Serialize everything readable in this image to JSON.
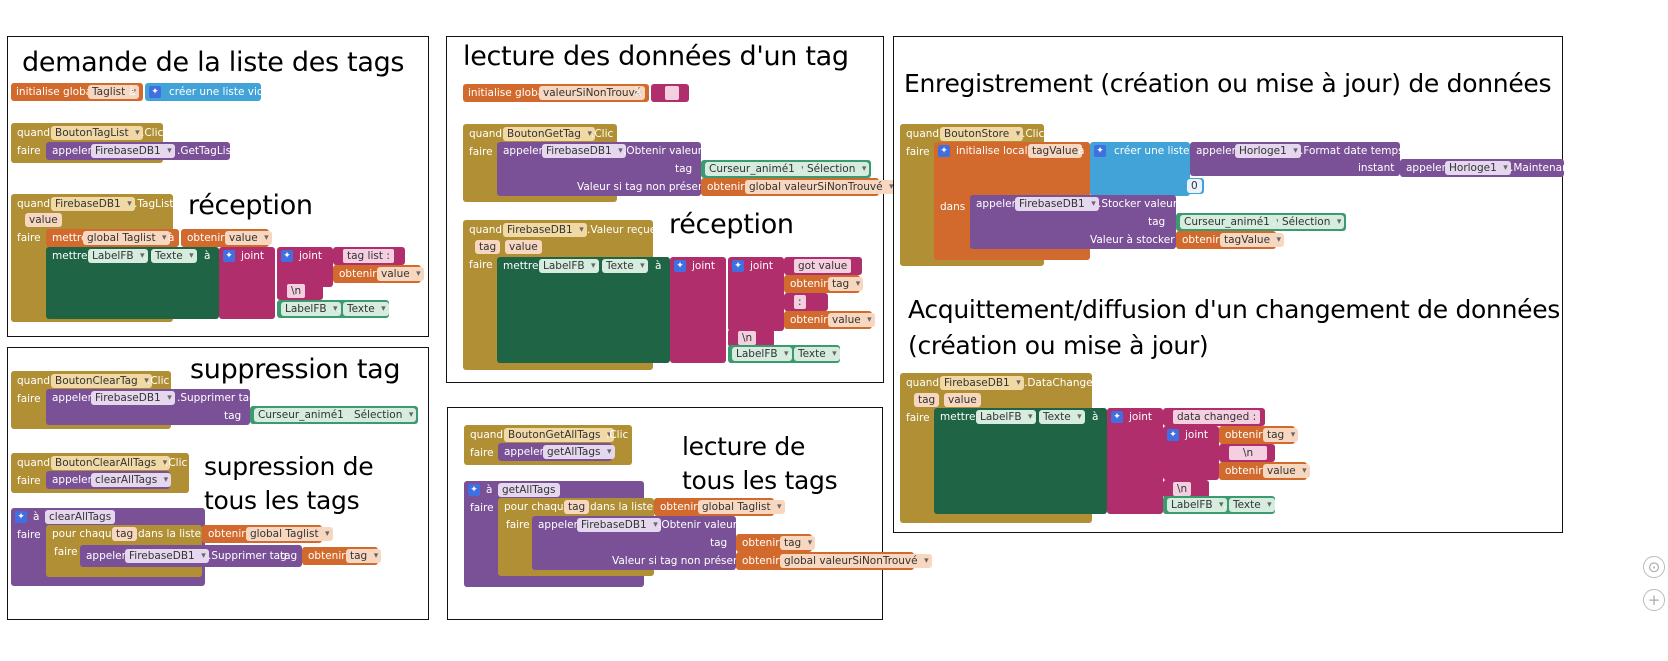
{
  "panels": {
    "p1": {
      "title": "demande de la liste des tags",
      "reception": "réception"
    },
    "p2": {
      "title": "lecture des données d'un tag",
      "reception": "réception"
    },
    "p3": {
      "title": "Enregistrement (création ou mise à jour) de données",
      "title2_line1": "Acquittement/diffusion d'un changement de données",
      "title2_line2": "(création ou mise à jour)"
    },
    "p4": {
      "title": "suppression tag",
      "title2_line1": "supression de",
      "title2_line2": "tous les tags"
    },
    "p5": {
      "title_line1": "lecture de",
      "title_line2": "tous les tags"
    }
  },
  "kw": {
    "initialize_global": "initialise global",
    "initialize_local": "initialise local",
    "to": "à",
    "when": "quand",
    "do": "faire",
    "call": "appeler",
    "set": "mettre",
    "get": "obtenir",
    "join": "joint",
    "in": "dans",
    "create_empty_list": "créer une liste vide",
    "create_list": "créer une liste",
    "for_each": "pour chaque",
    "in_list": "dans la liste",
    "tag": "tag",
    "value": "value",
    "tag_param": "tag",
    "value_if_not_found": "Valeur si tag non présent",
    "value_to_store": "Valeur à stocker",
    "instant": "instant"
  },
  "names": {
    "taglist": "Taglist",
    "global_taglist": "global Taglist",
    "valeurSiNonTrouve": "valeurSiNonTrouvé",
    "global_valeurSiNonTrouve": "global valeurSiNonTrouvé",
    "tagValue": "tagValue",
    "BoutonTagList": "BoutonTagList",
    "BoutonGetTag": "BoutonGetTag",
    "BoutonStore": "BoutonStore",
    "BoutonClearTag": "BoutonClearTag",
    "BoutonClearAllTags": "BoutonClearAllTags",
    "BoutonGetAllTags": "BoutonGetAllTags",
    "FirebaseDB1": "FirebaseDB1",
    "LabelFB": "LabelFB",
    "Texte": "Texte",
    "Curseur": "Curseur_animé1",
    "Selection": "Sélection",
    "Horloge1": "Horloge1",
    "clearAllTags": "clearAllTags",
    "getAllTags": "getAllTags",
    "tag": "tag",
    "value": "value"
  },
  "events": {
    "clic": ".Clic",
    "taglist": ".TagList",
    "valeur_recue": ".Valeur reçue",
    "data_changed": ".DataChanged"
  },
  "methods": {
    "get_taglist": ".GetTagList",
    "obtenir_valeur": ".Obtenir valeur",
    "stocker_valeur": ".Stocker valeur",
    "supprimer_tag": ".Supprimer tag",
    "format_date": ".Format date temps",
    "maintenant": ".Maintenant"
  },
  "strings": {
    "empty": "",
    "tag_list": "tag list : ",
    "newline": "\\n",
    "got_value": "got value",
    "colon": " : ",
    "data_changed": "data changed : ",
    "zero": "0"
  },
  "controls": {
    "center_icon": "⊙",
    "zoom_in_icon": "+"
  }
}
